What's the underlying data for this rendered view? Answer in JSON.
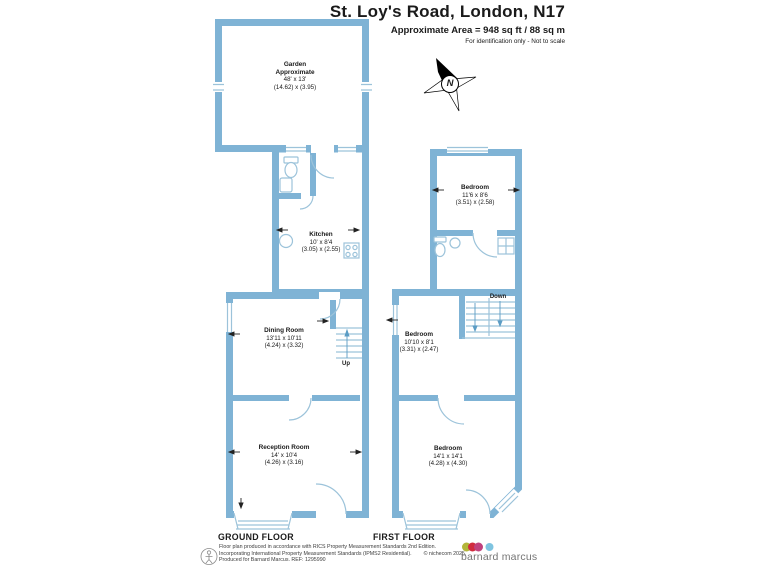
{
  "header": {
    "title": "St. Loy's Road, London, N17",
    "area_line": "Approximate Area = 948 sq ft / 88 sq m",
    "disclaimer": "For identification only - Not to scale"
  },
  "compass": {
    "north_label": "N"
  },
  "floors": {
    "ground": {
      "caption": "GROUND FLOOR",
      "stair_label": "Up",
      "rooms": {
        "garden": {
          "name": "Garden",
          "qualifier": "Approximate",
          "imperial": "48' x 13'",
          "metric": "(14.62) x (3.95)"
        },
        "kitchen": {
          "name": "Kitchen",
          "imperial": "10' x 8'4",
          "metric": "(3.05) x (2.55)"
        },
        "dining_room": {
          "name": "Dining Room",
          "imperial": "13'11 x 10'11",
          "metric": "(4.24) x (3.32)"
        },
        "reception_room": {
          "name": "Reception Room",
          "imperial": "14' x 10'4",
          "metric": "(4.26) x (3.16)"
        }
      }
    },
    "first": {
      "caption": "FIRST FLOOR",
      "stair_label": "Down",
      "rooms": {
        "bedroom_rear": {
          "name": "Bedroom",
          "imperial": "11'6 x 8'6",
          "metric": "(3.51) x (2.58)"
        },
        "bedroom_middle": {
          "name": "Bedroom",
          "imperial": "10'10 x 8'1",
          "metric": "(3.31) x (2.47)"
        },
        "bedroom_front": {
          "name": "Bedroom",
          "imperial": "14'1 x 14'1",
          "metric": "(4.28) x (4.30)"
        }
      }
    }
  },
  "footer": {
    "disclaimer_line1": "Floor plan produced in accordance with RICS Property Measurement Standards 2nd Edition.",
    "disclaimer_line2": "Incorporating International Property Measurement Standards (IPMS2 Residential).",
    "copyright": "© nichecom 2025.",
    "disclaimer_line3": "Produced for Barnard Marcus.   REF: 1295990",
    "brand_name": "barnard marcus"
  },
  "colors": {
    "wall_blue": "#7fb3d5",
    "detail_blue": "#9cc3da",
    "brand_dot_green": "#b2b53a",
    "brand_dot_red": "#d12c3e",
    "brand_dot_magenta": "#c0417d",
    "brand_dot_blue": "#7fc4e0"
  }
}
